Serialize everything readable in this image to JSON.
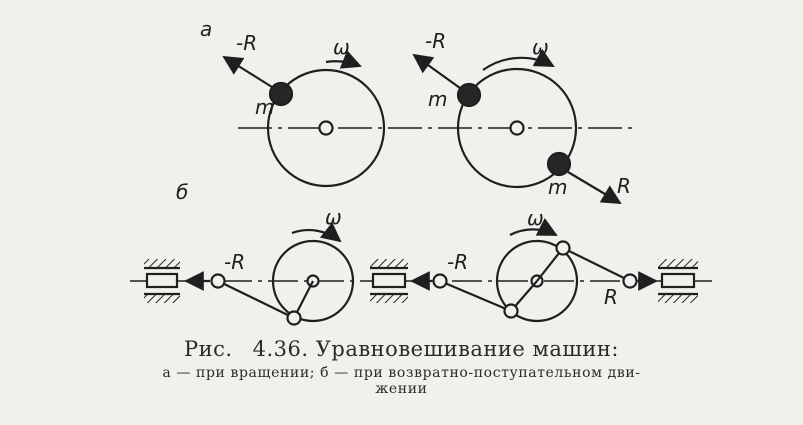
{
  "labels": {
    "a": "a",
    "b": "б",
    "minus_r": "-R",
    "r": "R",
    "m": "m",
    "omega": "ω"
  },
  "caption": {
    "fig_prefix": "Рис.",
    "fig_number": "4.36.",
    "title": "Уравновешивание машин:",
    "line1": "а — при вращении; б — при возвратно-поступательном дви-",
    "line2": "жении"
  }
}
